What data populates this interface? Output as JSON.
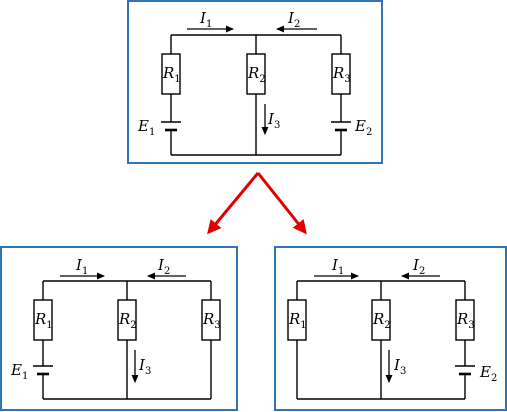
{
  "colors": {
    "frame": "#2e75b6",
    "arrow": "#e00000",
    "wire": "#000000"
  },
  "panels": [
    {
      "id": "top",
      "has_e1": true,
      "has_e2": true,
      "labels": {
        "i1": {
          "base": "I",
          "sub": "1"
        },
        "i2": {
          "base": "I",
          "sub": "2"
        },
        "i3": {
          "base": "I",
          "sub": "3"
        },
        "r1": {
          "base": "R",
          "sub": "1"
        },
        "r2": {
          "base": "R",
          "sub": "2"
        },
        "r3": {
          "base": "R",
          "sub": "3"
        },
        "e1": {
          "base": "E",
          "sub": "1"
        },
        "e2": {
          "base": "E",
          "sub": "2"
        }
      }
    },
    {
      "id": "bottom-left",
      "has_e1": true,
      "has_e2": false,
      "labels": {
        "i1": {
          "base": "I",
          "sub": "1"
        },
        "i2": {
          "base": "I",
          "sub": "2"
        },
        "i3": {
          "base": "I",
          "sub": "3"
        },
        "r1": {
          "base": "R",
          "sub": "1"
        },
        "r2": {
          "base": "R",
          "sub": "2"
        },
        "r3": {
          "base": "R",
          "sub": "3"
        },
        "e1": {
          "base": "E",
          "sub": "1"
        }
      }
    },
    {
      "id": "bottom-right",
      "has_e1": false,
      "has_e2": true,
      "labels": {
        "i1": {
          "base": "I",
          "sub": "1"
        },
        "i2": {
          "base": "I",
          "sub": "2"
        },
        "i3": {
          "base": "I",
          "sub": "3"
        },
        "r1": {
          "base": "R",
          "sub": "1"
        },
        "r2": {
          "base": "R",
          "sub": "2"
        },
        "r3": {
          "base": "R",
          "sub": "3"
        },
        "e2": {
          "base": "E",
          "sub": "2"
        }
      }
    }
  ]
}
